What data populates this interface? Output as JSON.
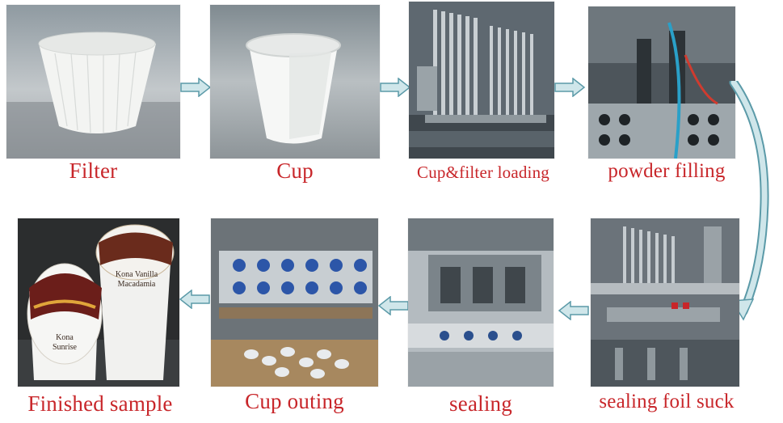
{
  "steps": [
    {
      "label": "Filter"
    },
    {
      "label": "Cup"
    },
    {
      "label": "Cup&filter loading"
    },
    {
      "label": "powder filling"
    },
    {
      "label": "sealing foil suck"
    },
    {
      "label": "sealing"
    },
    {
      "label": "Cup outing"
    },
    {
      "label": "Finished sample"
    }
  ],
  "product": {
    "lid_left_line1": "Kona",
    "lid_left_line2": "Sunrise",
    "lid_right_line1": "Kona Vanilla",
    "lid_right_line2": "Macadamia"
  },
  "colors": {
    "caption": "#c8262a",
    "arrow_fill": "#cfe6ea",
    "arrow_stroke": "#5b9aa8"
  }
}
